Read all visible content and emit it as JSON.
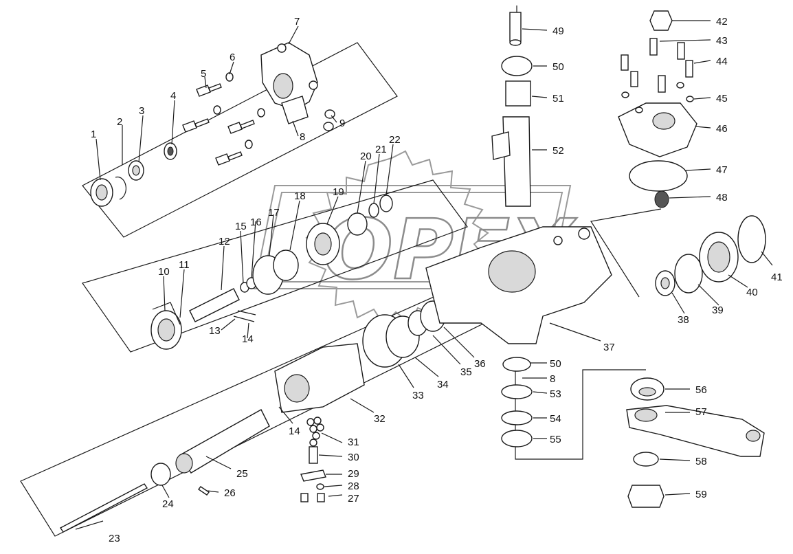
{
  "diagram": {
    "watermark_text": "OPEX",
    "callouts": [
      "1",
      "2",
      "3",
      "4",
      "5",
      "6",
      "7",
      "8",
      "9",
      "10",
      "11",
      "12",
      "13",
      "14",
      "15",
      "16",
      "17",
      "18",
      "19",
      "20",
      "21",
      "22",
      "23",
      "24",
      "25",
      "26",
      "27",
      "28",
      "29",
      "30",
      "31",
      "32",
      "33",
      "34",
      "35",
      "36",
      "37",
      "38",
      "39",
      "40",
      "41",
      "42",
      "43",
      "44",
      "45",
      "46",
      "47",
      "48",
      "49",
      "50",
      "51",
      "52",
      "8",
      "50",
      "53",
      "54",
      "55",
      "56",
      "57",
      "58",
      "59",
      "14"
    ]
  },
  "colors": {
    "ink": "#1a1a1a",
    "watermark": "#9a9a9a"
  }
}
